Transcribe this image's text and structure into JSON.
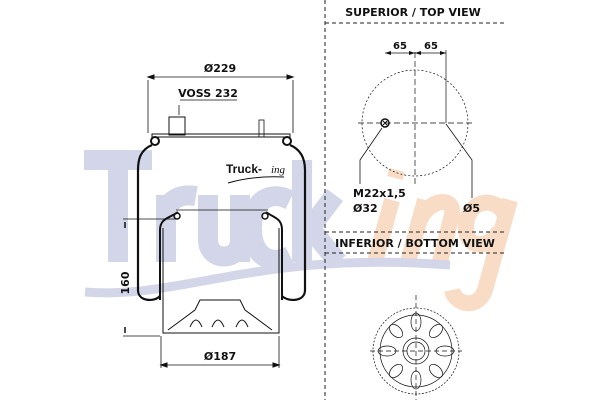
{
  "watermark": {
    "brand_main": "Truck-",
    "brand_suffix": "ing",
    "main_color": "#d3d6e9",
    "suffix_color": "#f9dcc6"
  },
  "logo": {
    "main": "Truck-",
    "suffix": "ing"
  },
  "side_view": {
    "top_diameter": "Ø229",
    "part_reference": "VOSS 232",
    "height": "160",
    "bottom_diameter": "Ø187"
  },
  "top_view": {
    "title": "SUPERIOR / TOP VIEW",
    "offset_left": "65",
    "offset_right": "65",
    "thread_label": "M22x1,5",
    "thread_diameter": "Ø32",
    "pin_diameter": "Ø5"
  },
  "bottom_view": {
    "title": "INFERIOR / BOTTOM VIEW"
  }
}
